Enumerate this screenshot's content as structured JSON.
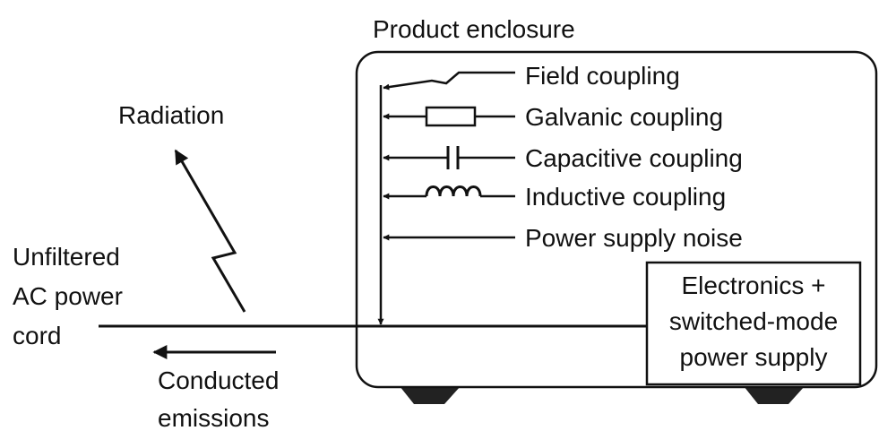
{
  "enclosure_label": "Product enclosure",
  "couplings": [
    {
      "label": "Field coupling",
      "icon": "zigzag-icon"
    },
    {
      "label": "Galvanic coupling",
      "icon": "resistor-icon"
    },
    {
      "label": "Capacitive coupling",
      "icon": "capacitor-icon"
    },
    {
      "label": "Inductive coupling",
      "icon": "inductor-icon"
    },
    {
      "label": "Power supply noise",
      "icon": "arrow-icon"
    }
  ],
  "electronics_box": {
    "lines": [
      "Electronics +",
      "switched-mode",
      "power supply"
    ]
  },
  "power_cord": {
    "lines": [
      "Unfiltered",
      "AC power",
      "cord"
    ]
  },
  "radiation_label": "Radiation",
  "conducted": {
    "lines": [
      "Conducted",
      "emissions"
    ]
  },
  "colors": {
    "stroke": "#111111",
    "feet": "#222222",
    "background": "#ffffff"
  }
}
